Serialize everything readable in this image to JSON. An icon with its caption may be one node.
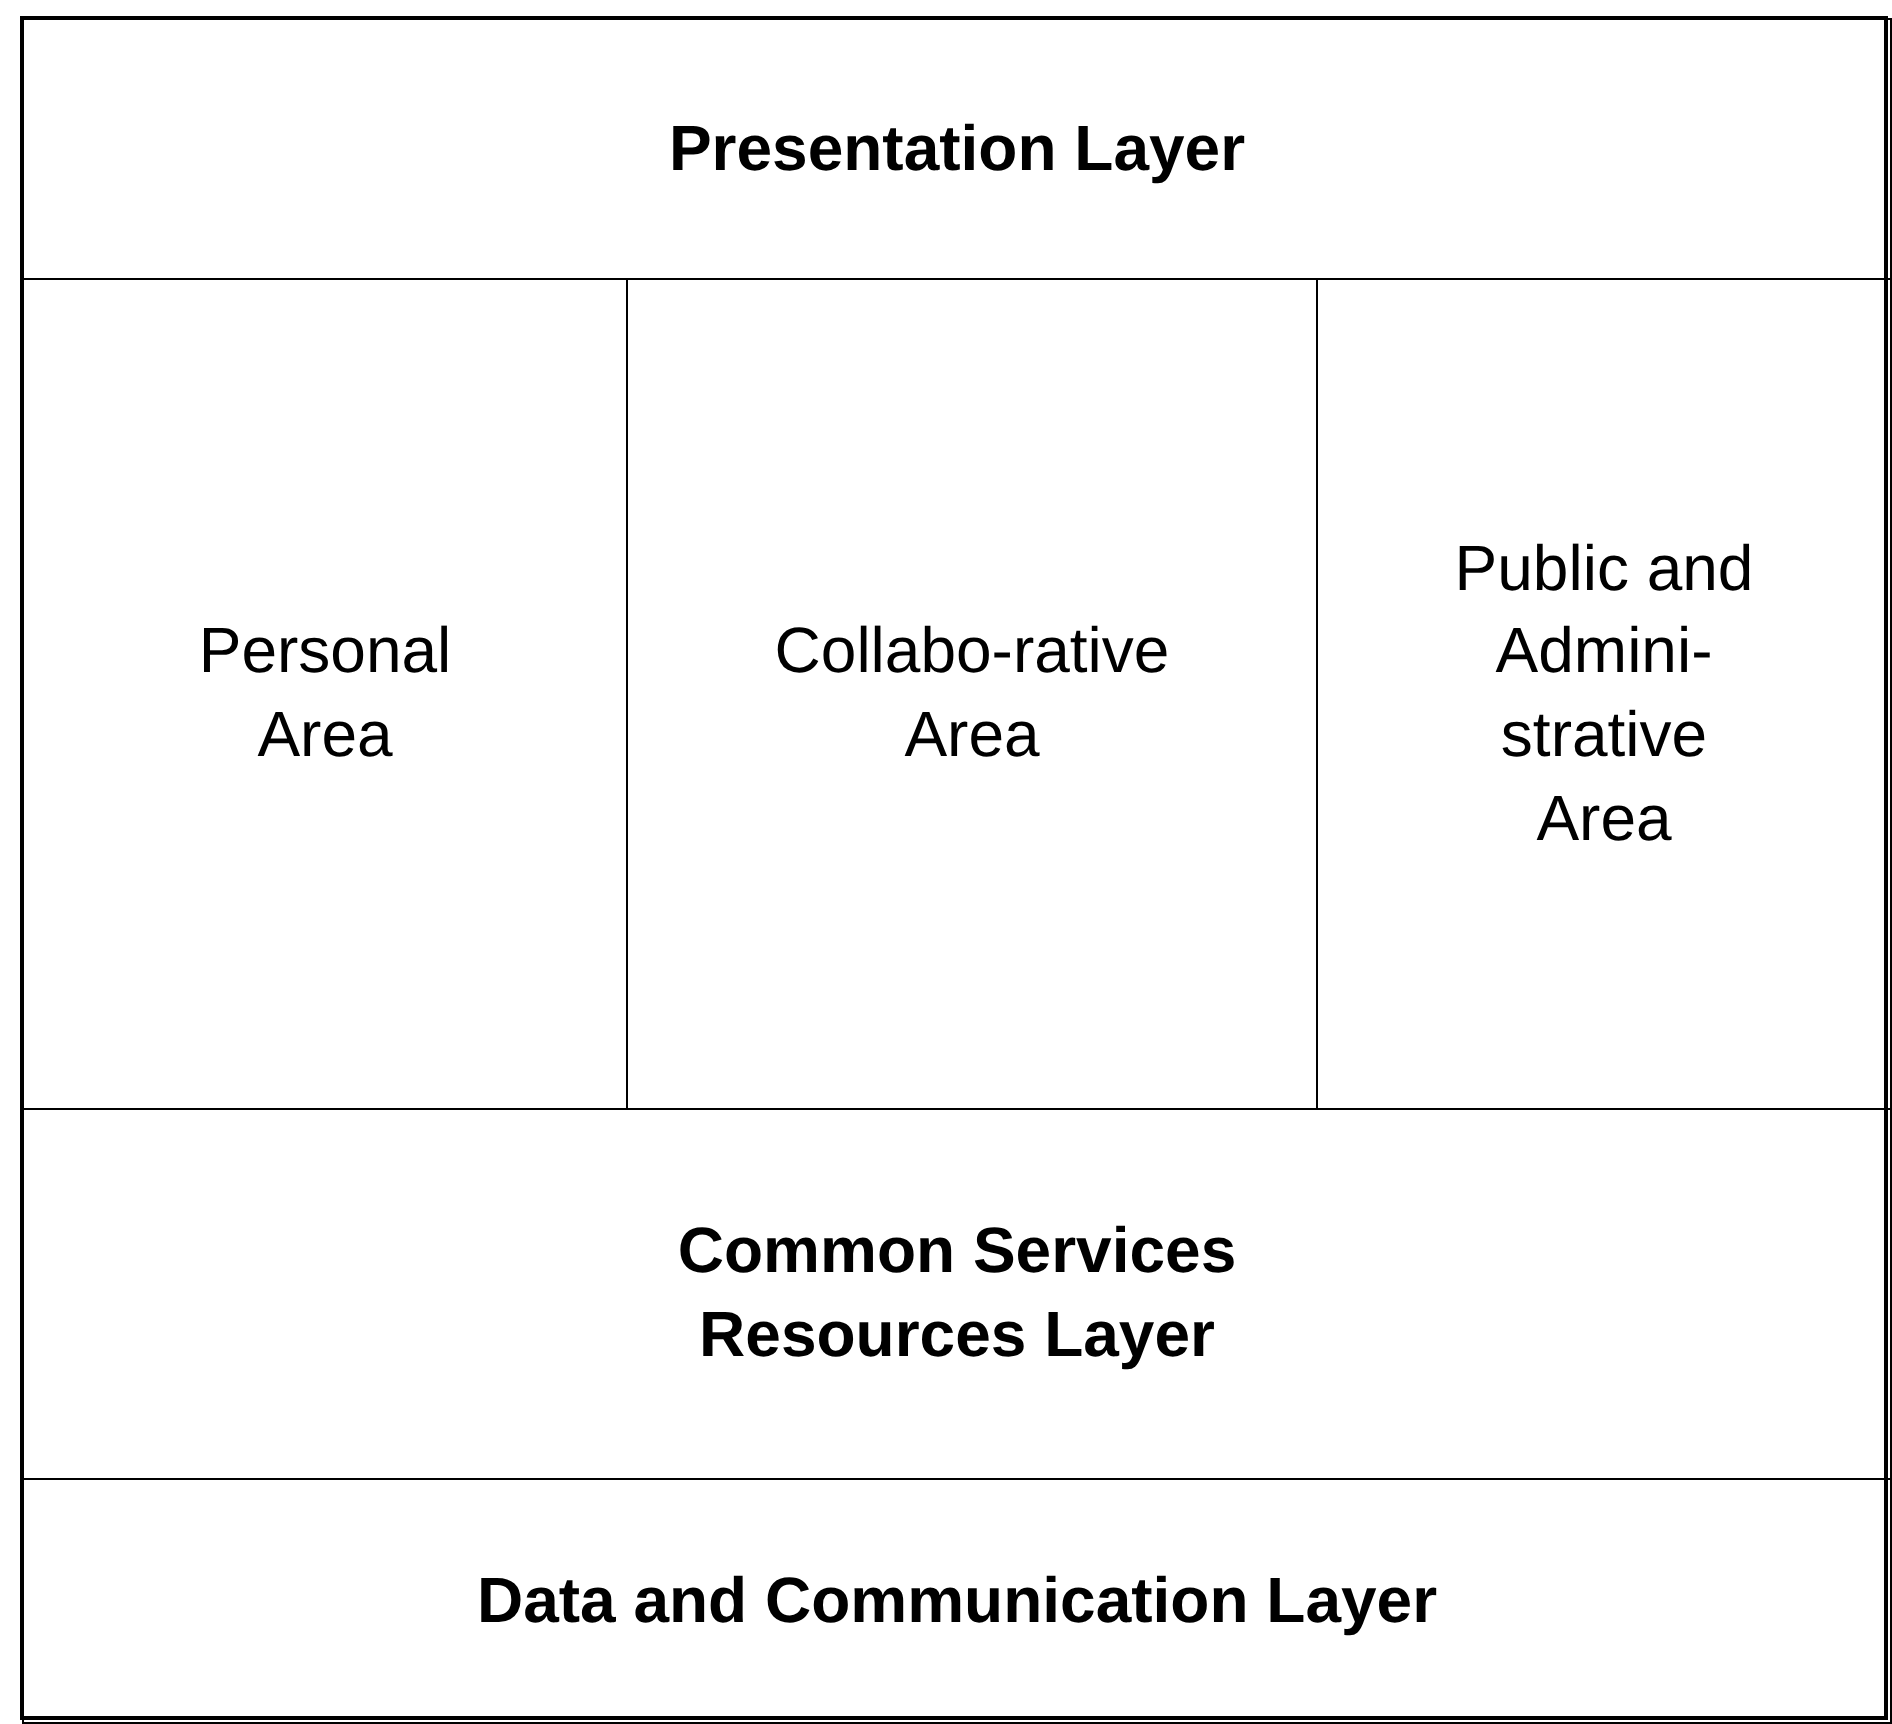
{
  "diagram": {
    "nodes": [
      {
        "text": [
          "Presentation Layer"
        ]
      },
      {
        "text": [
          "Personal Area"
        ]
      },
      {
        "text": [
          "Collabo-rative Area"
        ]
      },
      {
        "text": [
          "Public and Admini-strative Area"
        ]
      },
      {
        "text": [
          "Common Services Resources Layer"
        ]
      },
      {
        "text": [
          "Data and Communication Layer"
        ]
      }
    ]
  }
}
